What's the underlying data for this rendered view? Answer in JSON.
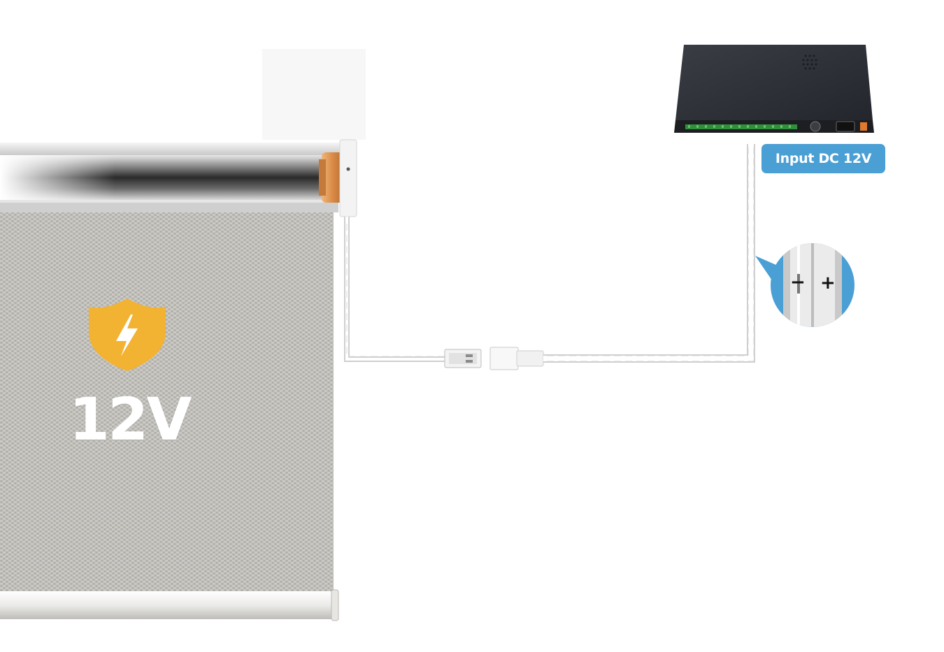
{
  "shade_label": "12V",
  "power_label": "Input DC 12V",
  "polarity": {
    "negative": "−",
    "positive": "+"
  },
  "colors": {
    "badge_blue": "#4a9fd4",
    "shield_yellow": "#f2b232",
    "fabric_gray": "#b9b7b2",
    "motor_copper": "#d9924e",
    "power_box": "#2b2e35"
  },
  "icons": [
    "shield-bolt-icon",
    "power-supply-unit",
    "connector-male",
    "connector-female"
  ]
}
